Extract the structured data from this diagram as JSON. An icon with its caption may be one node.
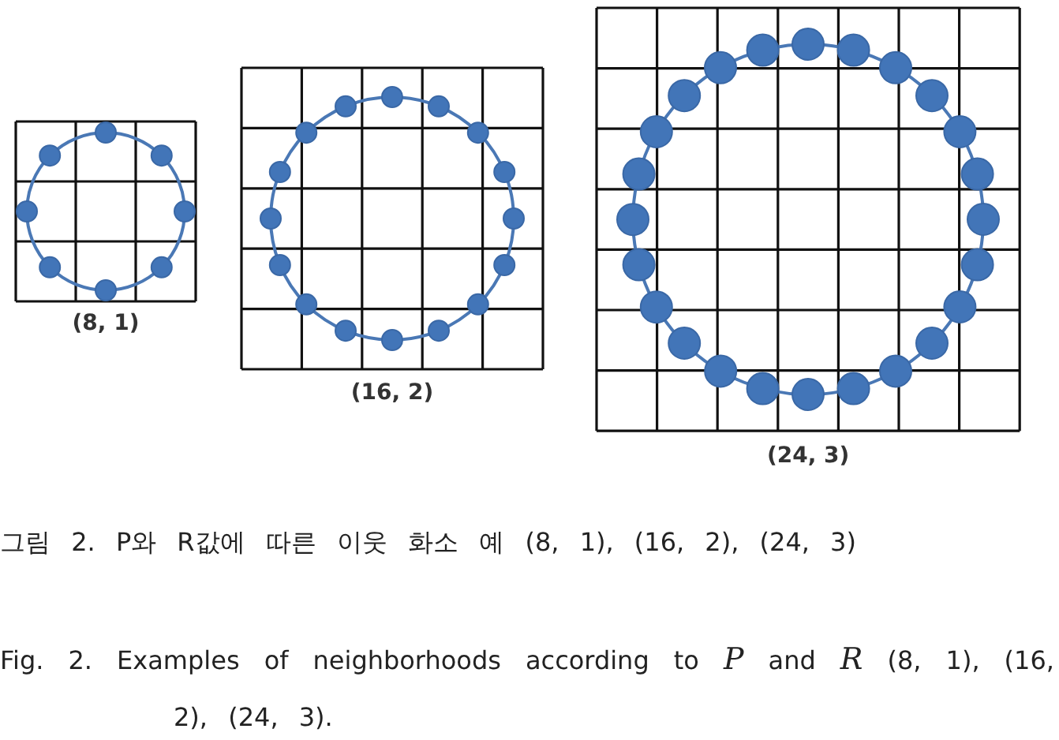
{
  "diagram": {
    "caption": "그림 2. P와 R값에 따른 이웃 화소 예 (8, 1), (16, 2), (24, 3)",
    "nodes": [
      {
        "text": [
          "(8, 1)"
        ]
      },
      {
        "text": [
          "(16, 2)"
        ]
      },
      {
        "text": [
          "(24, 3)"
        ]
      }
    ],
    "labels": [
      "Fig. 2. Examples of neighborhoods according to *P* and *R* (8, 1), (16, 2), (24, 3)."
    ]
  }
}
